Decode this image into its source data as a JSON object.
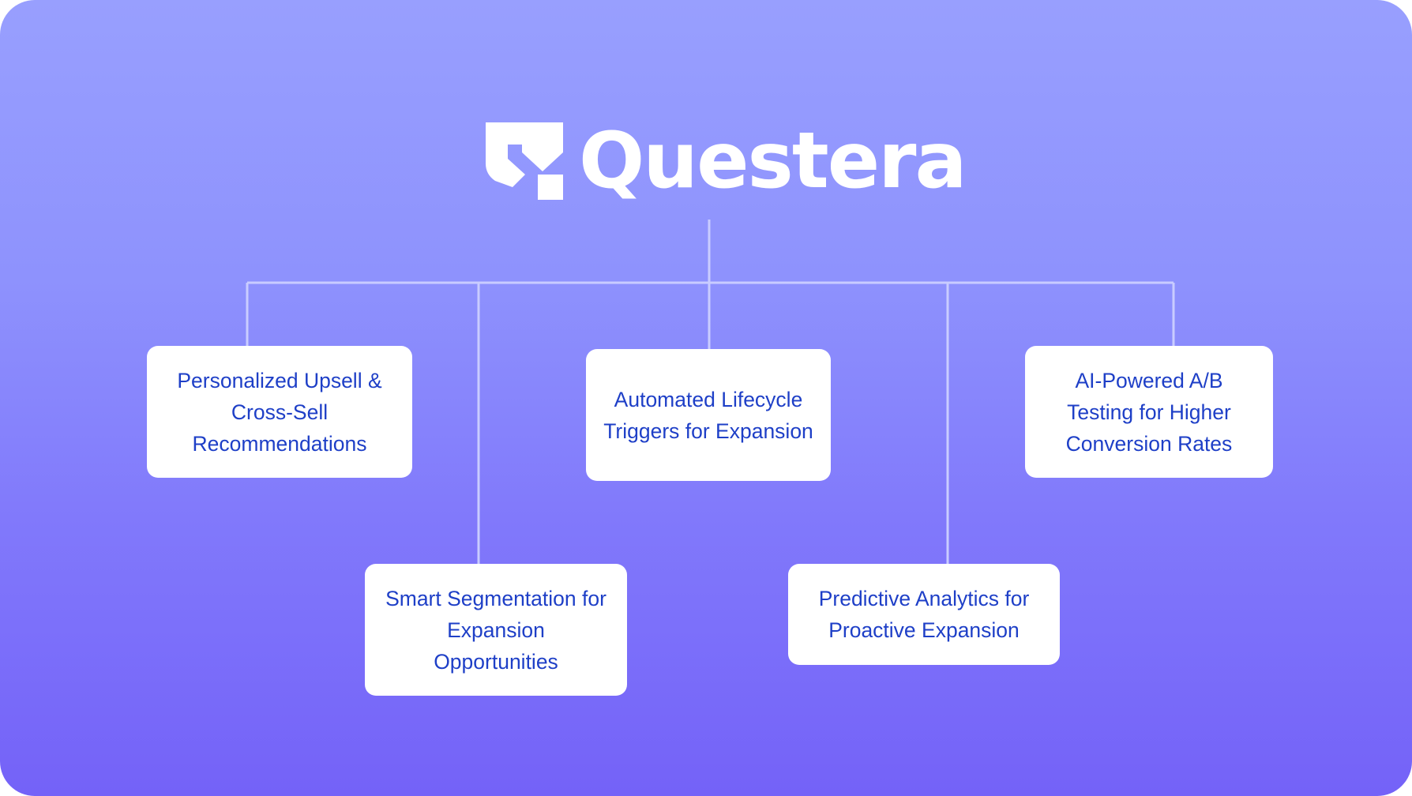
{
  "brand": {
    "name": "Questera",
    "logo_icon": "questera-logo-icon"
  },
  "colors": {
    "background_top": "#989ffe",
    "background_bottom": "#7462f8",
    "connector": "#c9ccff",
    "node_background": "#ffffff",
    "node_text": "#1e3fc7"
  },
  "nodes": [
    {
      "id": "upsell",
      "label": "Personalized Upsell & Cross-Sell Recommendations"
    },
    {
      "id": "segmentation",
      "label": "Smart Segmentation for Expansion Opportunities"
    },
    {
      "id": "lifecycle",
      "label": "Automated Lifecycle Triggers for Expansion"
    },
    {
      "id": "predictive",
      "label": "Predictive Analytics for Proactive Expansion"
    },
    {
      "id": "abtesting",
      "label": "AI-Powered A/B Testing for Higher Conversion Rates"
    }
  ]
}
